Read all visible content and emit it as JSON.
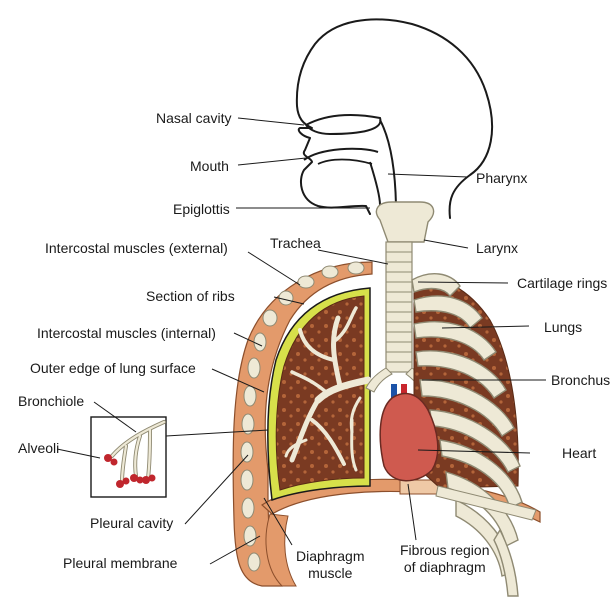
{
  "colors": {
    "outline": "#1a1a1a",
    "bone": "#eee9d6",
    "bone_edge": "#8f8a73",
    "lung_tissue": "#7a3a22",
    "lung_light": "#b4653a",
    "pleura": "#d7e04a",
    "muscle": "#e39a6b",
    "muscle_dark": "#b86a3f",
    "heart": "#cf5a4f",
    "alveoli": "#c0262d",
    "vessel_blue": "#1c53a8",
    "vessel_red": "#c8262d"
  },
  "labels": {
    "nasal_cavity": "Nasal cavity",
    "mouth": "Mouth",
    "epiglottis": "Epiglottis",
    "intercostal_external": "Intercostal muscles (external)",
    "trachea": "Trachea",
    "section_of_ribs": "Section of ribs",
    "intercostal_internal": "Intercostal muscles (internal)",
    "outer_edge": "Outer edge of lung surface",
    "bronchiole": "Bronchiole",
    "alveoli": "Alveoli",
    "pleural_cavity": "Pleural cavity",
    "pleural_membrane": "Pleural membrane",
    "diaphragm_muscle": "Diaphragm\nmuscle",
    "fibrous_region": "Fibrous region\nof diaphragm",
    "pharynx": "Pharynx",
    "larynx": "Larynx",
    "cartilage_rings": "Cartilage rings",
    "lungs": "Lungs",
    "bronchus": "Bronchus",
    "heart": "Heart"
  }
}
